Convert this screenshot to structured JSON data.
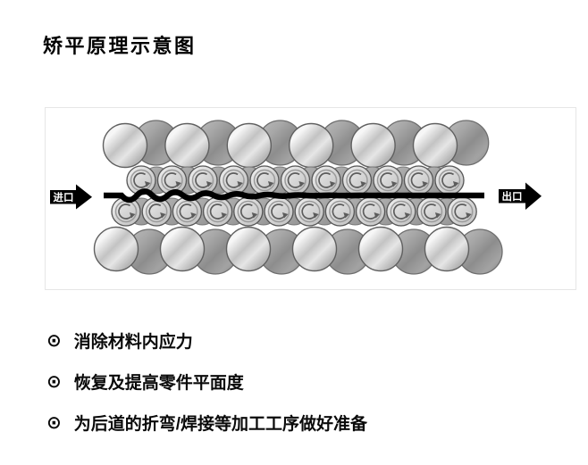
{
  "page": {
    "title": "矫平原理示意图",
    "background_color": "#ffffff"
  },
  "diagram": {
    "inlet_label": "进口",
    "outlet_label": "出口",
    "arrow_color": "#000000",
    "arrow_text_color": "#ffffff",
    "strip_color": "#000000",
    "top_backup_roller_count": 12,
    "bottom_backup_roller_count": 12,
    "upper_work_roller_count": 11,
    "lower_work_roller_count": 12,
    "roller_light_color": "#d9d9d9",
    "roller_dark_color": "#9a9a9a"
  },
  "bullets": {
    "marker": "⊙",
    "items": [
      {
        "text": "消除材料内应力"
      },
      {
        "text": "恢复及提高零件平面度"
      },
      {
        "text": "为后道的折弯/焊接等加工工序做好准备"
      }
    ]
  }
}
